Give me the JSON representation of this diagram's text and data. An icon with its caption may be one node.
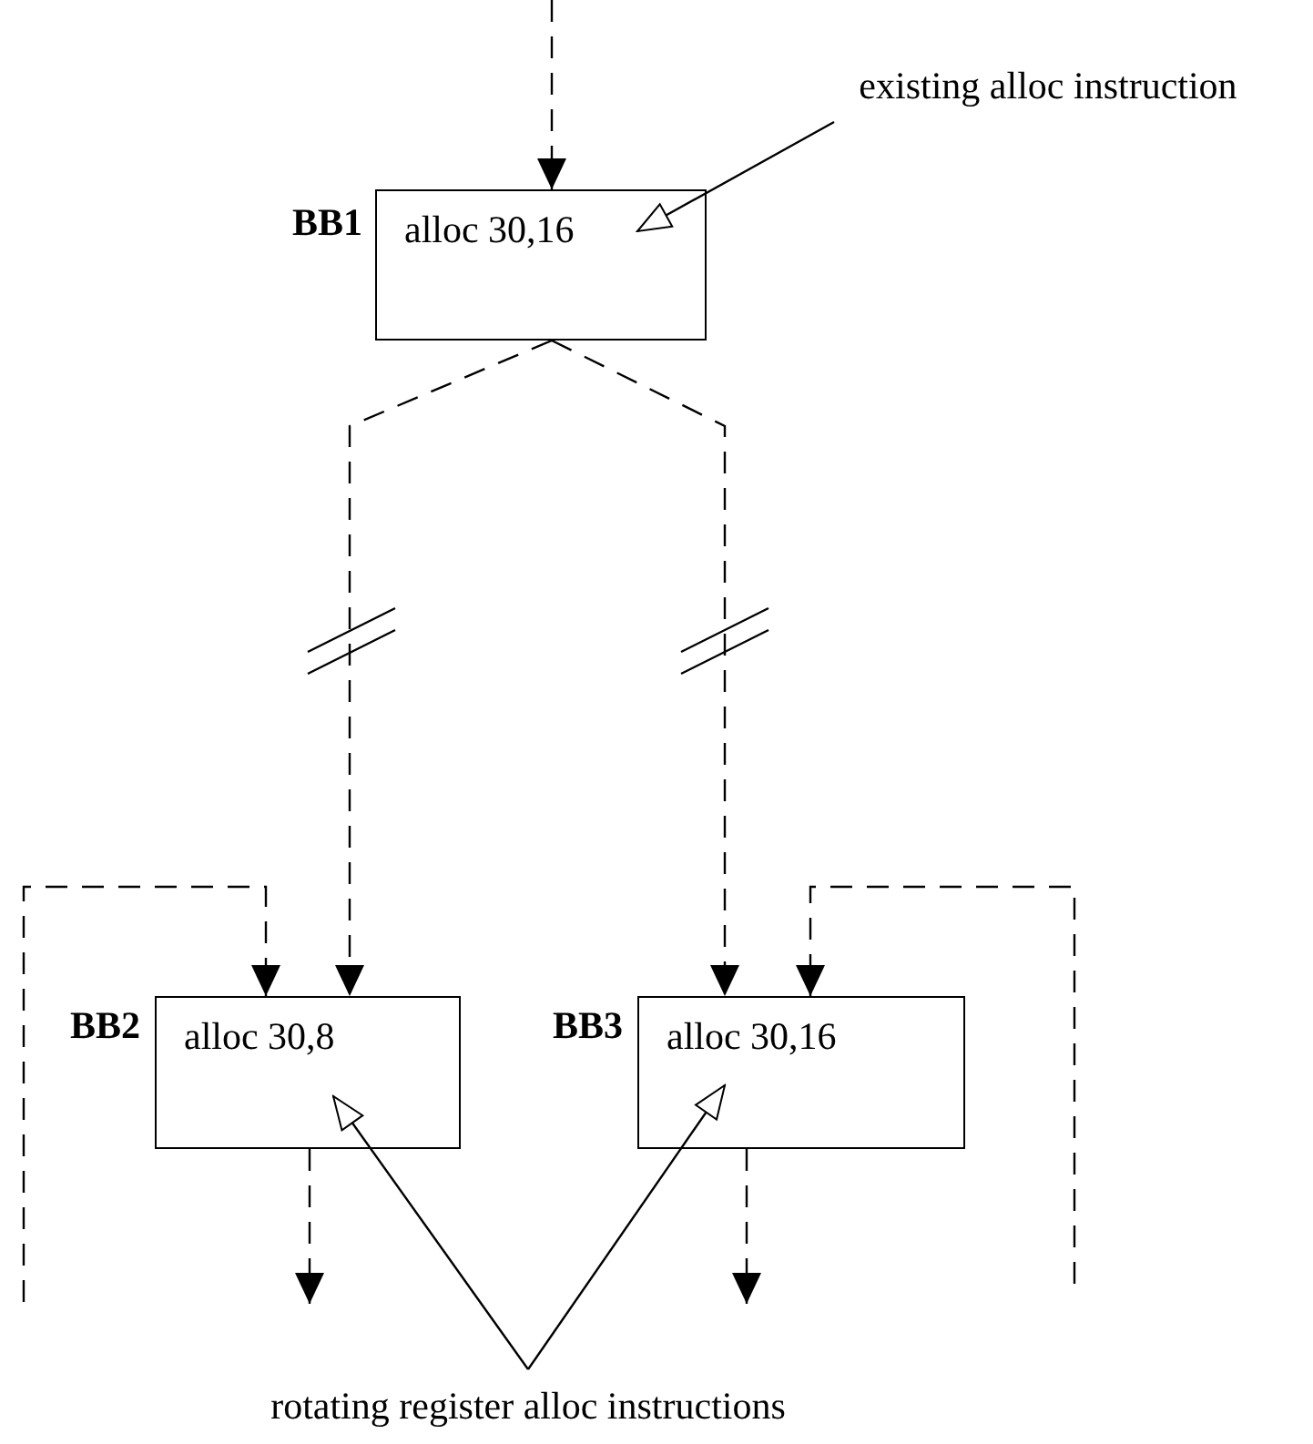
{
  "diagram": {
    "nodes": [
      {
        "text": [
          "alloc 30,16"
        ],
        "beside": [
          "BB1"
        ]
      },
      {
        "text": [
          "alloc 30,8"
        ],
        "beside": [
          "BB2"
        ]
      },
      {
        "text": [
          "alloc 30,16"
        ],
        "beside": [
          "BB3"
        ]
      },
      {
        "text": [
          "existing alloc instruction"
        ]
      },
      {
        "text": [
          "rotating register alloc instructions"
        ]
      }
    ],
    "edges": [
      {
        "from": null,
        "to": 0,
        "arrow": "to",
        "style": "dashed"
      },
      {
        "from": 0,
        "to": 1,
        "arrow": "to",
        "style": "dashed"
      },
      {
        "from": 0,
        "to": 2,
        "arrow": "to",
        "style": "dashed"
      },
      {
        "from": null,
        "to": 1,
        "arrow": "to",
        "style": "dashed"
      },
      {
        "from": null,
        "to": 2,
        "arrow": "to",
        "style": "dashed"
      },
      {
        "from": 1,
        "to": null,
        "arrow": "to",
        "style": "dashed"
      },
      {
        "from": 2,
        "to": null,
        "arrow": "to",
        "style": "dashed"
      },
      {
        "from": 3,
        "to": 0,
        "arrow": "to"
      },
      {
        "from": 4,
        "to": 1,
        "arrow": "to"
      },
      {
        "from": 4,
        "to": 2,
        "arrow": "to"
      }
    ]
  }
}
